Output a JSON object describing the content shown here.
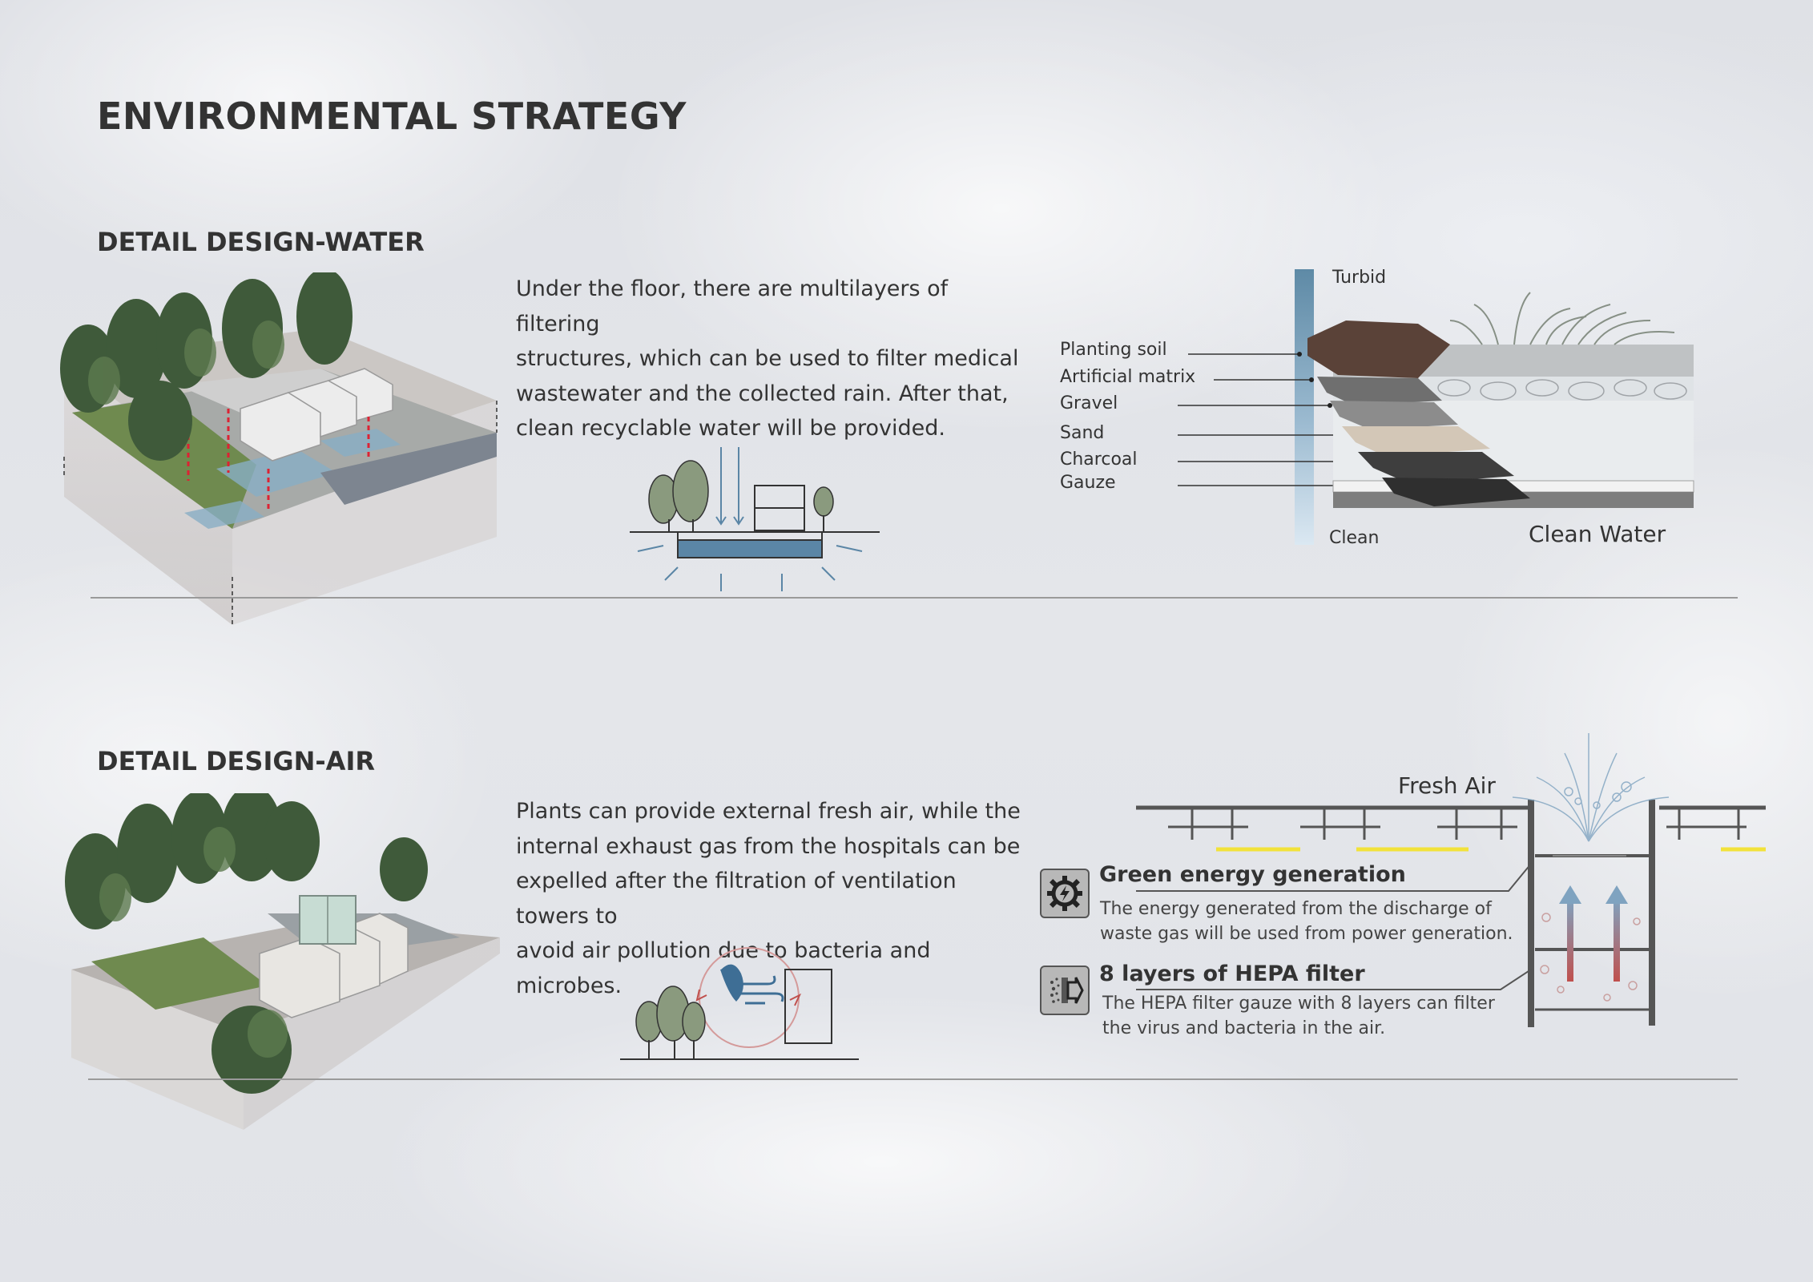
{
  "page": {
    "title": "ENVIRONMENTAL STRATEGY"
  },
  "water": {
    "heading": "DETAIL DESIGN-WATER",
    "paragraph_lines": [
      "Under the floor, there are multilayers of filtering",
      "structures, which can be used to filter medical",
      "wastewater and the collected rain. After that,",
      "clean recyclable water will be provided."
    ],
    "gauge": {
      "top_label": "Turbid",
      "bottom_label": "Clean"
    },
    "layers": [
      "Planting soil",
      "Artificial matrix",
      "Gravel",
      "Sand",
      "Charcoal",
      "Gauze"
    ],
    "result_label": "Clean Water"
  },
  "air": {
    "heading": "DETAIL DESIGN-AIR",
    "paragraph_lines": [
      "Plants can provide external fresh air, while the",
      "internal exhaust gas from the hospitals can be",
      "expelled after the filtration of ventilation towers to",
      "avoid air pollution due to bacteria and microbes."
    ],
    "fresh_air_label": "Fresh Air",
    "features": [
      {
        "icon": "gear-lightning-icon",
        "title": "Green energy generation",
        "desc_lines": [
          "The energy generated from the discharge of",
          "waste gas will be used from power generation."
        ]
      },
      {
        "icon": "hepa-filter-icon",
        "title": "8 layers of HEPA filter",
        "desc_lines": [
          "The HEPA filter gauze with 8 layers can filter",
          "the virus and bacteria in the air."
        ]
      }
    ]
  },
  "colors": {
    "text": "#333333",
    "water_blue": "#5b86a6",
    "air_red": "#c0504d",
    "highlight_yellow": "#f2e23a",
    "divider": "#9a9a9a"
  }
}
